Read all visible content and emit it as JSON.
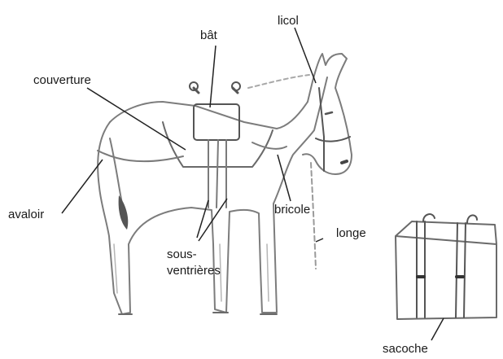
{
  "labels": {
    "bat": "bât",
    "licol": "licol",
    "couverture": "couverture",
    "avaloir": "avaloir",
    "bricole": "bricole",
    "longe": "longe",
    "sous_ventrieres_line1": "sous-",
    "sous_ventrieres_line2": "ventrières",
    "sacoche": "sacoche"
  },
  "colors": {
    "line": "#222222",
    "sketch": "#8a8a8a",
    "background": "#ffffff"
  }
}
